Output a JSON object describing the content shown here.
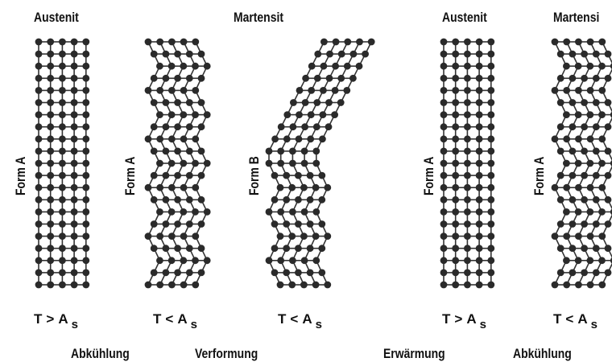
{
  "headers": {
    "austenit_1": "Austenit",
    "martensit_center": "Martensit",
    "austenit_2": "Austenit",
    "martensit_right": "Martensi"
  },
  "forms": {
    "p1": "Form A",
    "p2": "Form A",
    "p3": "Form B",
    "p4": "Form A",
    "p5": "Form A"
  },
  "conditions": [
    {
      "t": "T",
      "op": ">",
      "a": "A",
      "s": "s"
    },
    {
      "t": "T",
      "op": "<",
      "a": "A",
      "s": "s"
    },
    {
      "t": "T",
      "op": "<",
      "a": "A",
      "s": "s"
    },
    {
      "t": "T",
      "op": ">",
      "a": "A",
      "s": "s"
    },
    {
      "t": "T",
      "op": "<",
      "a": "A",
      "s": "s"
    }
  ],
  "transitions": {
    "abkuehlung_1": "Abkühlung",
    "verformung": "Verformung",
    "erwaermung": "Erwärmung",
    "abkuehlung_2": "Abkühlung"
  },
  "colors": {
    "atom": "#2a2a2a",
    "bond": "#333333",
    "text": "#111111"
  }
}
